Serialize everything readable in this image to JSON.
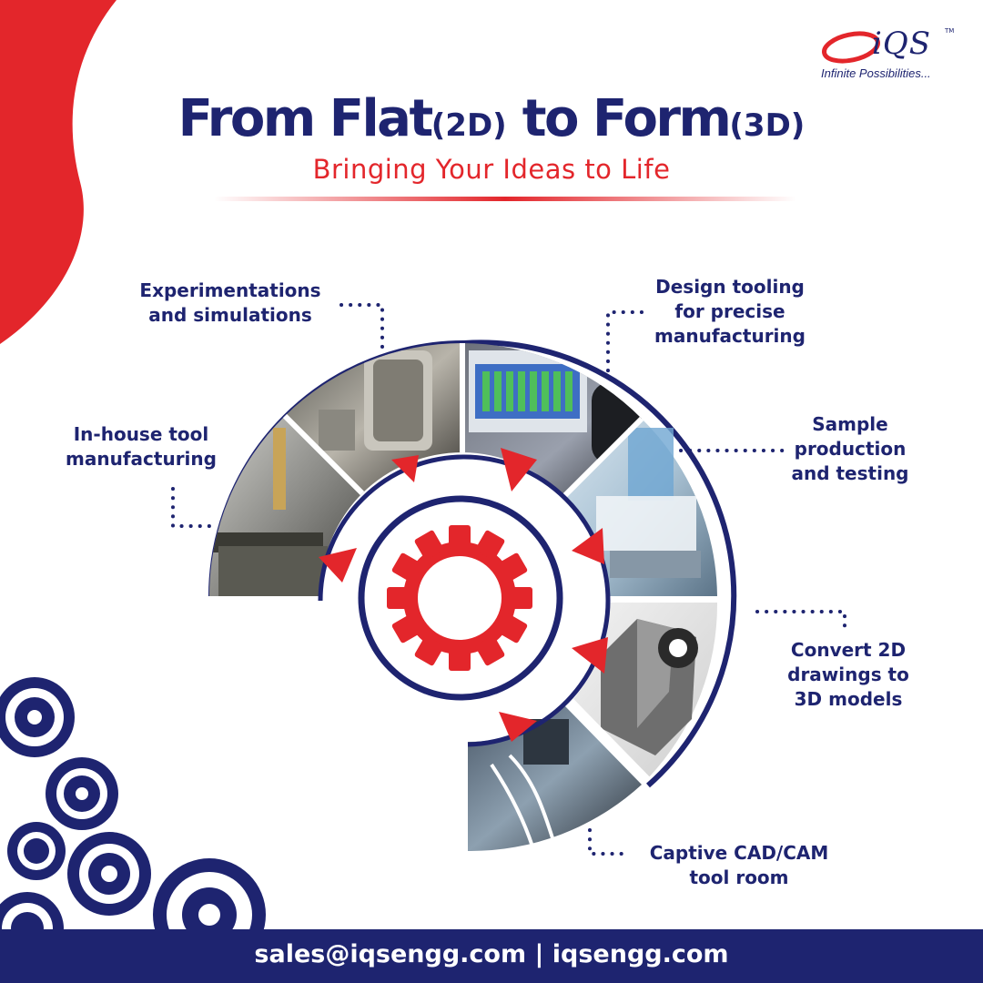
{
  "brand": {
    "logo_text": "iQS",
    "trademark": "TM",
    "tagline": "Infinite Possibilities..."
  },
  "headline": {
    "part1": "From Flat",
    "part1_small": "(2D)",
    "part2": " to Form",
    "part2_small": "(3D)",
    "subtitle": "Bringing Your Ideas to Life"
  },
  "steps": {
    "experimentations": [
      "Experimentations",
      "and simulations"
    ],
    "design_tooling": [
      "Design tooling",
      "for precise",
      "manufacturing"
    ],
    "inhouse": [
      "In-house tool",
      "manufacturing"
    ],
    "sample": [
      "Sample",
      "production",
      "and testing"
    ],
    "convert": [
      "Convert 2D",
      "drawings to",
      "3D models"
    ],
    "captive": [
      "Captive CAD/CAM",
      "tool room"
    ]
  },
  "footer": {
    "contact": "sales@iqsengg.com | iqsengg.com"
  },
  "colors": {
    "navy": "#1e2470",
    "red": "#e3262b"
  }
}
